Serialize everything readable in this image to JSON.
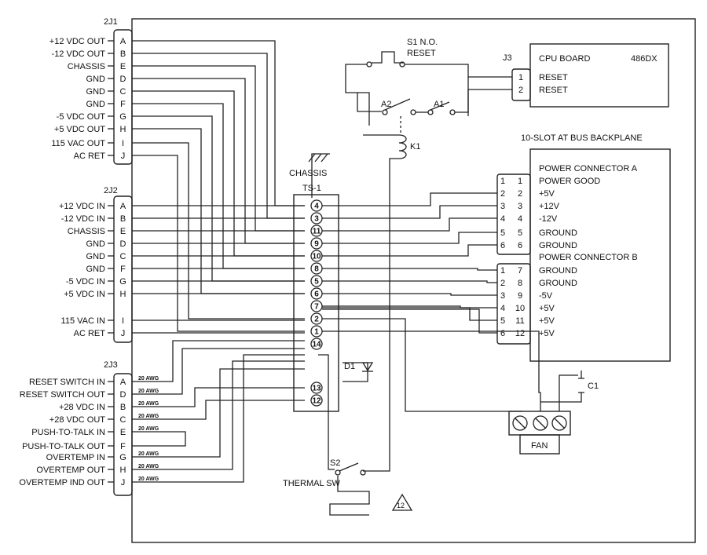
{
  "j1": {
    "title": "2J1",
    "rows": [
      {
        "label": "+12 VDC OUT",
        "pin": "A"
      },
      {
        "label": "-12 VDC OUT",
        "pin": "B"
      },
      {
        "label": "CHASSIS",
        "pin": "E"
      },
      {
        "label": "GND",
        "pin": "D"
      },
      {
        "label": "GND",
        "pin": "C"
      },
      {
        "label": "GND",
        "pin": "F"
      },
      {
        "label": "-5 VDC OUT",
        "pin": "G"
      },
      {
        "label": "+5 VDC OUT",
        "pin": "H"
      },
      {
        "label": "115 VAC OUT",
        "pin": "I"
      },
      {
        "label": "AC RET",
        "pin": "J"
      }
    ]
  },
  "j2": {
    "title": "2J2",
    "rows": [
      {
        "label": "+12 VDC IN",
        "pin": "A"
      },
      {
        "label": "-12 VDC IN",
        "pin": "B"
      },
      {
        "label": "CHASSIS",
        "pin": "E"
      },
      {
        "label": "GND",
        "pin": "D"
      },
      {
        "label": "GND",
        "pin": "C"
      },
      {
        "label": "GND",
        "pin": "F"
      },
      {
        "label": "-5 VDC IN",
        "pin": "G"
      },
      {
        "label": "+5 VDC IN",
        "pin": "H"
      },
      {
        "label": "115 VAC IN",
        "pin": "I"
      },
      {
        "label": "AC RET",
        "pin": "J"
      }
    ]
  },
  "j3": {
    "title": "2J3",
    "awg": "20 AWG",
    "rows": [
      {
        "label": "RESET SWITCH IN",
        "pin": "A"
      },
      {
        "label": "RESET SWITCH OUT",
        "pin": "D"
      },
      {
        "label": "+28 VDC IN",
        "pin": "B"
      },
      {
        "label": "+28 VDC OUT",
        "pin": "C"
      },
      {
        "label": "PUSH-TO-TALK IN",
        "pin": "E"
      },
      {
        "label": "PUSH-TO-TALK OUT",
        "pin": "F"
      },
      {
        "label": "OVERTEMP IN",
        "pin": "G"
      },
      {
        "label": "OVERTEMP OUT",
        "pin": "H"
      },
      {
        "label": "OVERTEMP IND OUT",
        "pin": "J"
      }
    ]
  },
  "terminal_strip": {
    "label": "TS-1",
    "chassis_label": "CHASSIS",
    "terminals": [
      "4",
      "3",
      "11",
      "9",
      "10",
      "8",
      "5",
      "6",
      "7",
      "2",
      "1",
      "14",
      "13",
      "12"
    ]
  },
  "switch_s1": {
    "label": "S1 N.O.",
    "sublabel": "RESET"
  },
  "relay": {
    "a2": "A2",
    "a1": "A1",
    "k1": "K1"
  },
  "cpu": {
    "connector": "J3",
    "title": "CPU BOARD",
    "model": "486DX",
    "pins": [
      {
        "num": "1",
        "label": "RESET"
      },
      {
        "num": "2",
        "label": "RESET"
      }
    ]
  },
  "backplane": {
    "title": "10-SLOT AT BUS BACKPLANE",
    "connector_a": "POWER CONNECTOR A",
    "connector_b": "POWER CONNECTOR B",
    "rows": [
      {
        "ext": "1",
        "pin": "1",
        "label": "POWER GOOD"
      },
      {
        "ext": "2",
        "pin": "2",
        "label": "+5V"
      },
      {
        "ext": "3",
        "pin": "3",
        "label": "+12V"
      },
      {
        "ext": "4",
        "pin": "4",
        "label": "-12V"
      },
      {
        "ext": "5",
        "pin": "5",
        "label": "GROUND"
      },
      {
        "ext": "6",
        "pin": "6",
        "label": "GROUND"
      },
      {
        "ext": "1",
        "pin": "7",
        "label": "GROUND"
      },
      {
        "ext": "2",
        "pin": "8",
        "label": "GROUND"
      },
      {
        "ext": "3",
        "pin": "9",
        "label": "-5V"
      },
      {
        "ext": "4",
        "pin": "10",
        "label": "+5V"
      },
      {
        "ext": "5",
        "pin": "11",
        "label": "+5V"
      },
      {
        "ext": "6",
        "pin": "12",
        "label": "+5V"
      }
    ]
  },
  "diode": {
    "label": "D1"
  },
  "capacitor": {
    "label": "C1"
  },
  "fan": {
    "label": "FAN"
  },
  "thermal": {
    "s2": "S2",
    "label": "THERMAL SW"
  },
  "note": {
    "label": "12"
  }
}
